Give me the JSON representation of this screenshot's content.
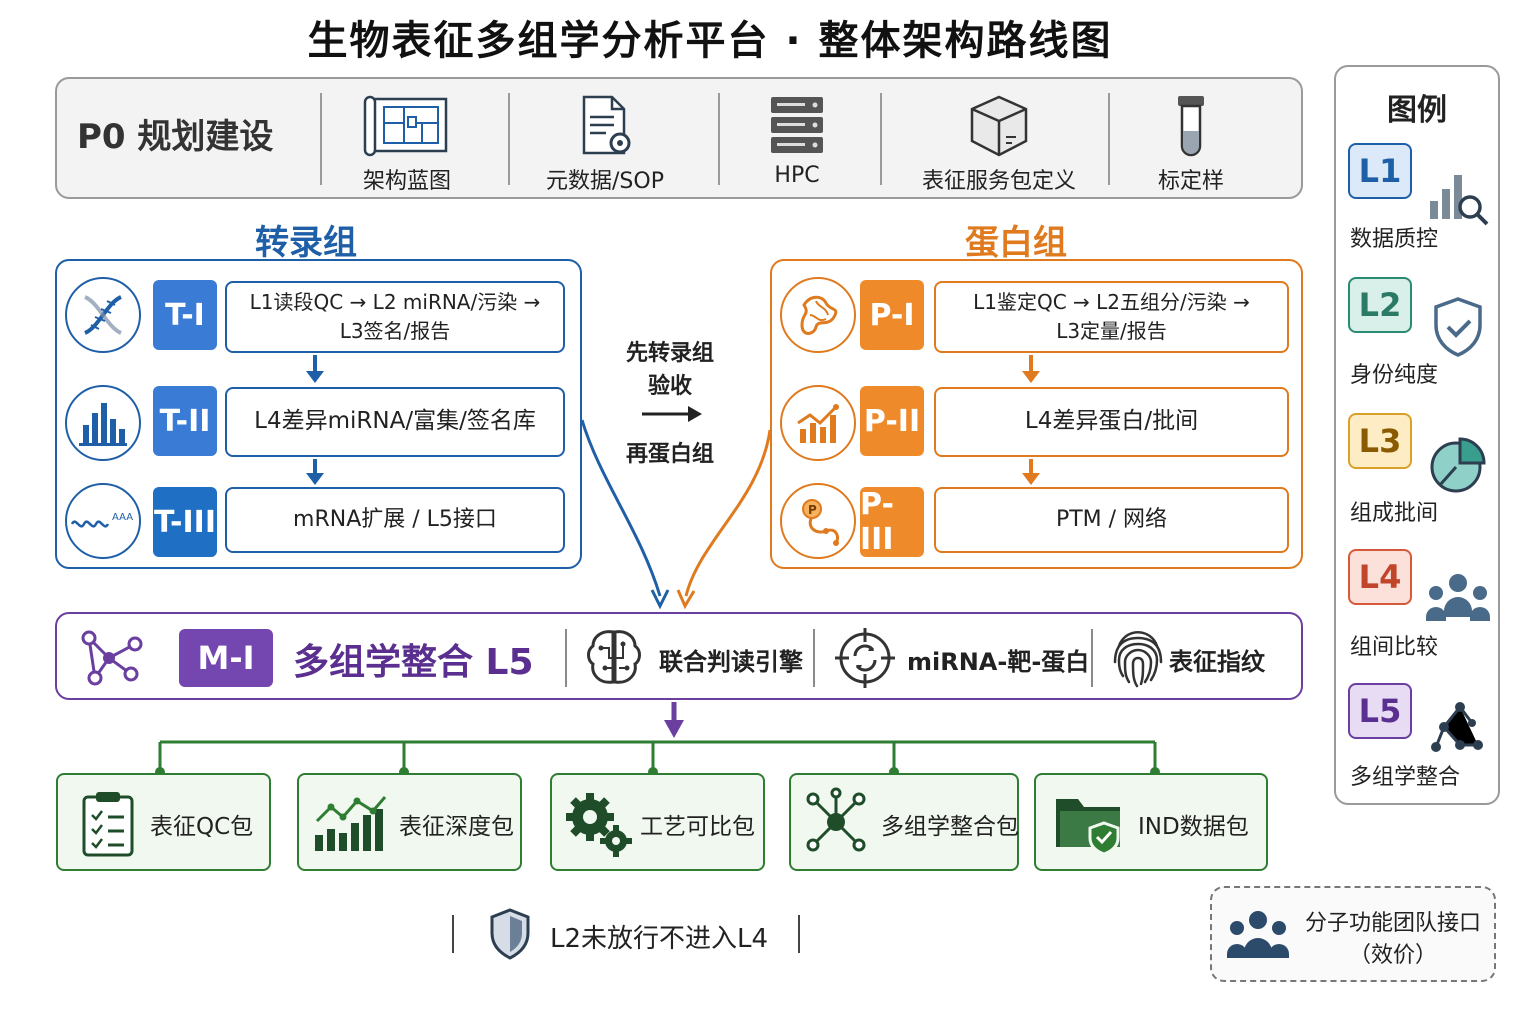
{
  "title": "生物表征多组学分析平台 · 整体架构路线图",
  "p0": {
    "title": "P0 规划建设",
    "items": [
      {
        "label": "架构蓝图",
        "icon": "blueprint-icon"
      },
      {
        "label": "元数据/SOP",
        "icon": "document-gear-icon"
      },
      {
        "label": "HPC",
        "icon": "server-icon"
      },
      {
        "label": "表征服务包定义",
        "icon": "package-box-icon"
      },
      {
        "label": "标定样",
        "icon": "test-tube-icon"
      }
    ]
  },
  "transcriptome": {
    "title": "转录组",
    "rows": [
      {
        "tag": "T-I",
        "text_line1": "L1读段QC → L2 miRNA/污染 →",
        "text_line2": "L3签名/报告",
        "icon": "dna-icon"
      },
      {
        "tag": "T-II",
        "text": "L4差异miRNA/富集/签名库",
        "icon": "bar-chart-icon"
      },
      {
        "tag": "T-III",
        "text": "mRNA扩展 / L5接口",
        "icon": "mrna-polya-icon",
        "icon_text": "AAA"
      }
    ]
  },
  "proteome": {
    "title": "蛋白组",
    "rows": [
      {
        "tag": "P-I",
        "text_line1": "L1鉴定QC → L2五组分/污染 →",
        "text_line2": "L3定量/报告",
        "icon": "protein-structure-icon"
      },
      {
        "tag": "P-II",
        "text": "L4差异蛋白/批间",
        "icon": "trend-chart-icon"
      },
      {
        "tag": "P-III",
        "text": "PTM / 网络",
        "icon": "ptm-network-icon",
        "icon_text": "P"
      }
    ]
  },
  "middle": {
    "line1": "先转录组",
    "line2": "验收",
    "line3": "再蛋白组"
  },
  "integration": {
    "tag": "M-I",
    "title": "多组学整合 L5",
    "features": [
      {
        "label": "联合判读引擎",
        "icon": "brain-circuit-icon"
      },
      {
        "label": "miRNA-靶-蛋白",
        "icon": "target-cycle-icon"
      },
      {
        "label": "表征指纹",
        "icon": "fingerprint-icon"
      }
    ]
  },
  "outputs": [
    {
      "label": "表征QC包",
      "icon": "clipboard-checklist-icon"
    },
    {
      "label": "表征深度包",
      "icon": "growth-chart-icon"
    },
    {
      "label": "工艺可比包",
      "icon": "gears-icon"
    },
    {
      "label": "多组学整合包",
      "icon": "molecule-network-icon"
    },
    {
      "label": "IND数据包",
      "icon": "folder-shield-icon"
    }
  ],
  "legend": {
    "title": "图例",
    "items": [
      {
        "badge": "L1",
        "label": "数据质控",
        "icon": "bar-magnifier-icon"
      },
      {
        "badge": "L2",
        "label": "身份纯度",
        "icon": "shield-check-icon"
      },
      {
        "badge": "L3",
        "label": "组成批间",
        "icon": "pie-chart-icon"
      },
      {
        "badge": "L4",
        "label": "组间比较",
        "icon": "people-group-icon"
      },
      {
        "badge": "L5",
        "label": "多组学整合",
        "icon": "node-graph-icon"
      }
    ]
  },
  "gate": {
    "text": "L2未放行不进入L4",
    "icon": "shield-icon"
  },
  "team": {
    "line1": "分子功能团队接口",
    "line2": "（效价）",
    "icon": "team-icon"
  },
  "colors": {
    "transcriptome": "#1f5fa8",
    "proteome": "#e07a1f",
    "integration": "#6a3fa0",
    "output": "#2e7d32"
  }
}
